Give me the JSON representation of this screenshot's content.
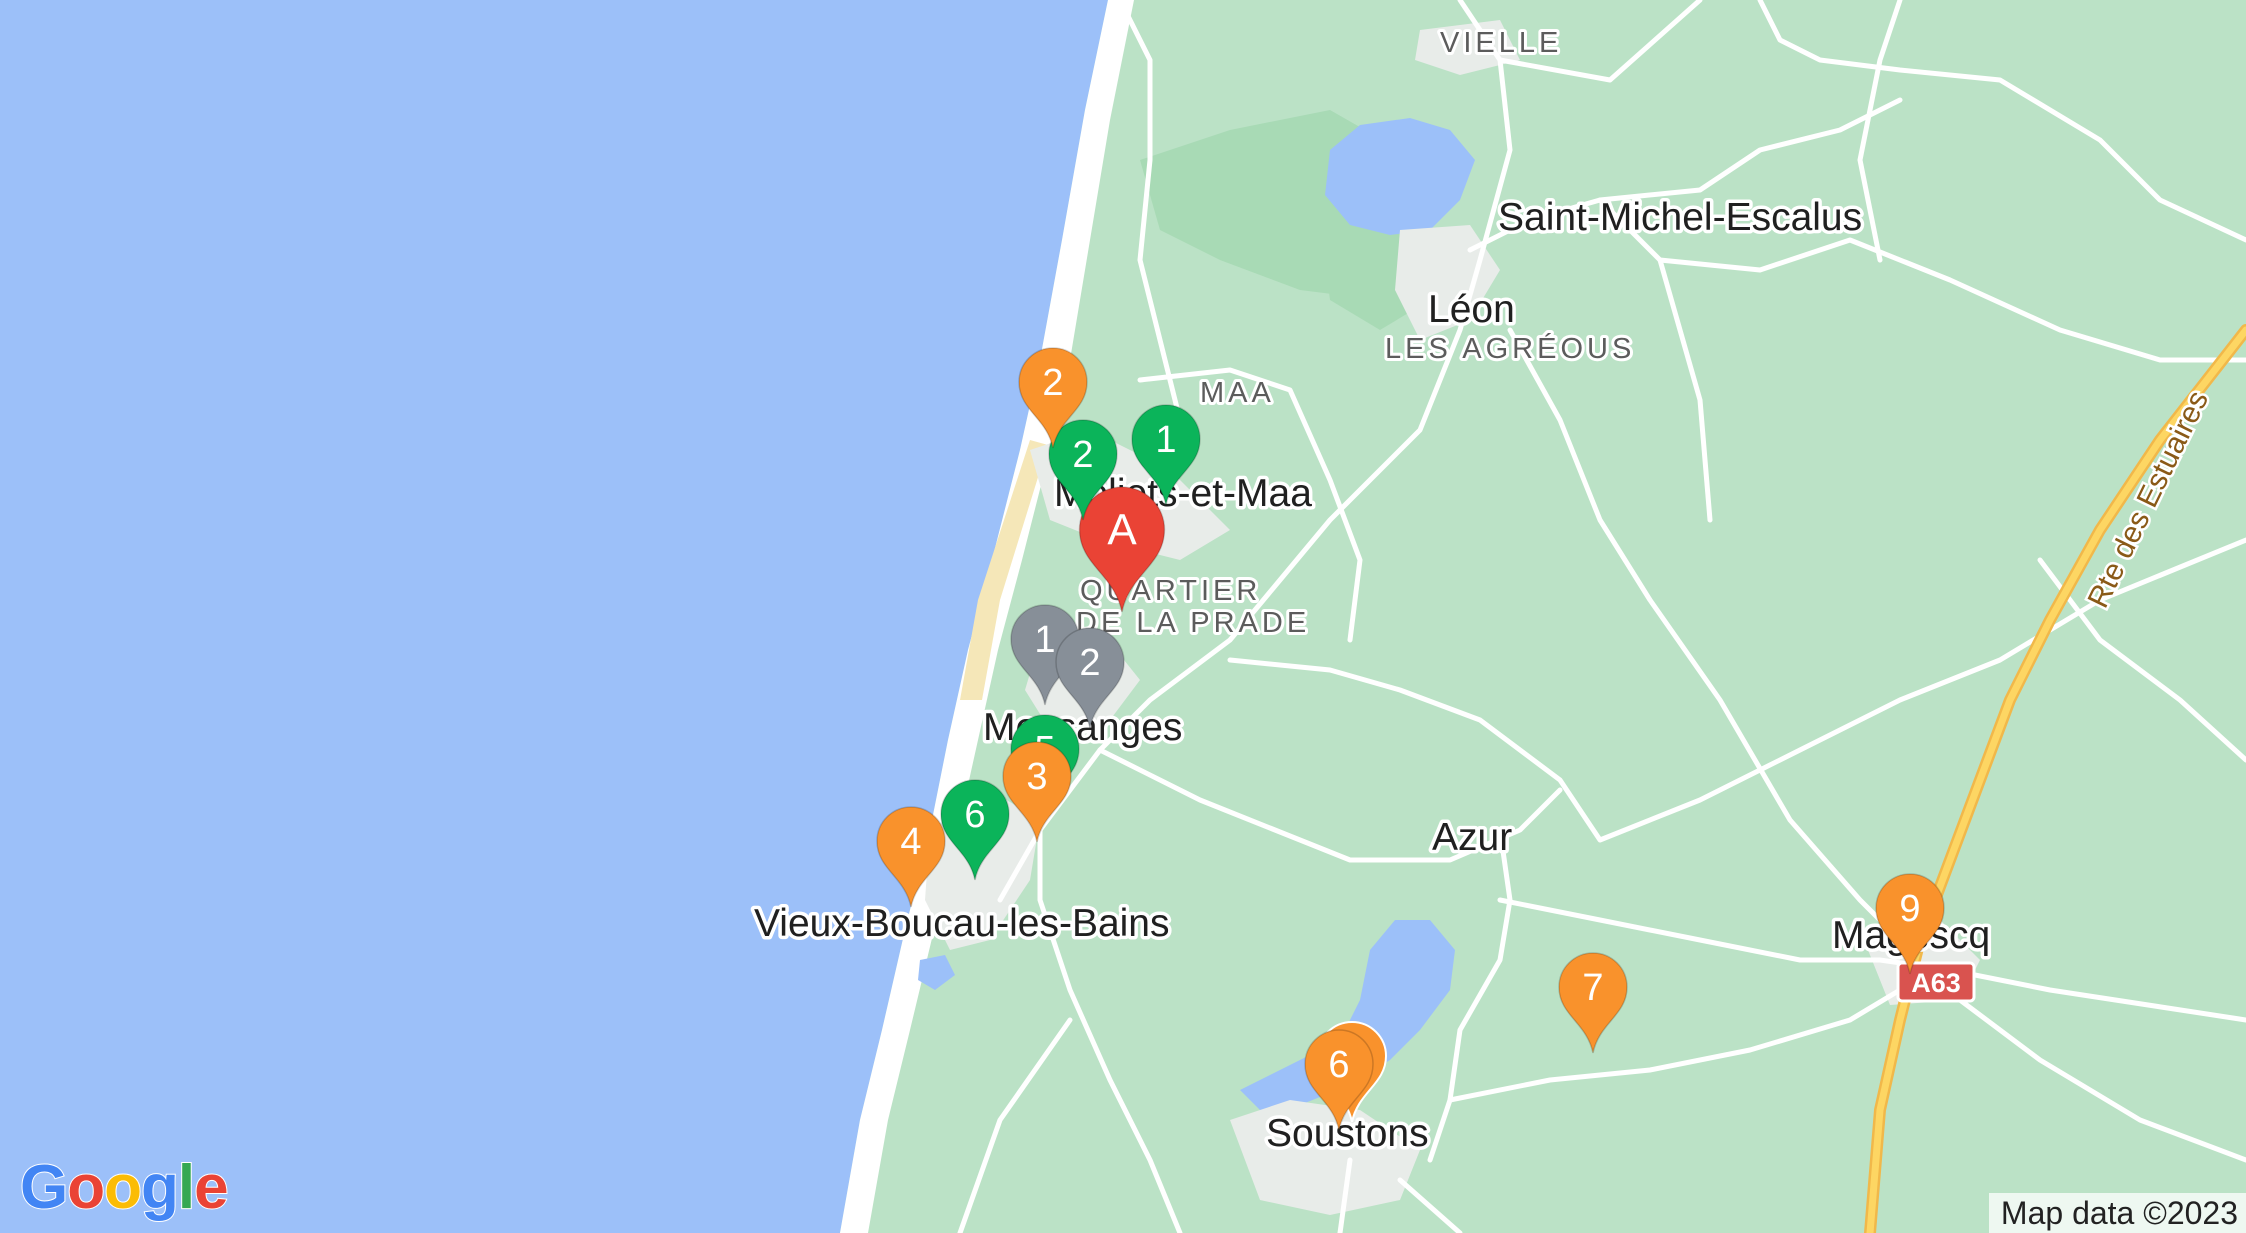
{
  "map": {
    "places": {
      "vielle": "VIELLE",
      "saint_michel": "Saint-Michel-Escalus",
      "leon": "Léon",
      "les_agreous": "LES AGRÉOUS",
      "maa": "MAA",
      "moliets": "Moliets-et-Maa",
      "quartier_1": "QUARTIER",
      "quartier_2": "DE LA PRADE",
      "messanges": "Messanges",
      "azur": "Azur",
      "vieux_boucau": "Vieux-Boucau-les-Bains",
      "magescq": "Magescq",
      "soustons": "Soustons"
    },
    "roads": {
      "rte_estuaires": "Rte des Estuaires",
      "a63": "A63"
    },
    "markers": [
      {
        "label": "A",
        "color": "red"
      },
      {
        "label": "1",
        "color": "green"
      },
      {
        "label": "2",
        "color": "green"
      },
      {
        "label": "5",
        "color": "green"
      },
      {
        "label": "6",
        "color": "green"
      },
      {
        "label": "1",
        "color": "gray"
      },
      {
        "label": "2",
        "color": "gray"
      },
      {
        "label": "2",
        "color": "orange"
      },
      {
        "label": "3",
        "color": "orange"
      },
      {
        "label": "4",
        "color": "orange"
      },
      {
        "label": "6",
        "color": "orange"
      },
      {
        "label": "7",
        "color": "orange"
      },
      {
        "label": "9",
        "color": "orange"
      }
    ],
    "colors": {
      "water": "#9cc0f9",
      "land": "#bbe2c6",
      "forest": "#a8dab5",
      "urban": "#e8ece9",
      "beach": "#f5e7b8",
      "road": "#ffffff",
      "highway": "#fdd663",
      "marker_red": "#ea4335",
      "marker_green": "#0bb45a",
      "marker_orange": "#f9922c",
      "marker_gray": "#878f98",
      "shield": "#d9534f"
    },
    "credit": "Map data ©2023",
    "logo": "Google"
  }
}
